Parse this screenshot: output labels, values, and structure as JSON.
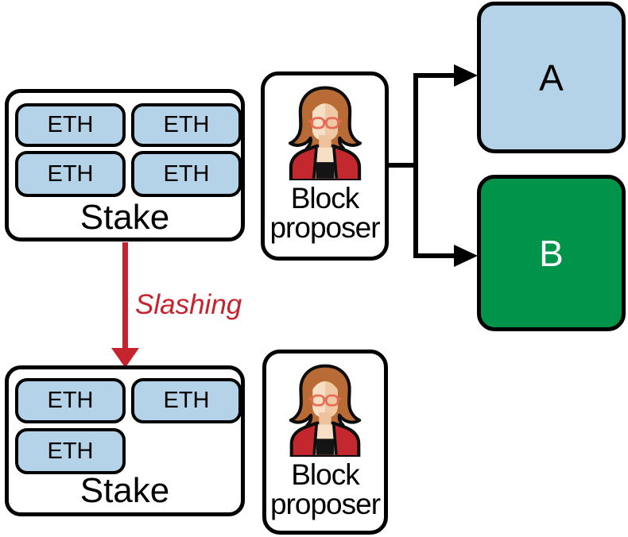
{
  "colors": {
    "token_blue": "#b5d3e8",
    "outcome_blue": "#b5d3e8",
    "outcome_green": "#00944a",
    "slash_red": "#c5232e",
    "outline_black": "#000000",
    "cardigan_red": "#c2282e",
    "hair_copper": "#b96b36"
  },
  "stake_before": {
    "label": "Stake",
    "pills": [
      "ETH",
      "ETH",
      "ETH",
      "ETH"
    ]
  },
  "stake_after": {
    "label": "Stake",
    "pills": [
      "ETH",
      "ETH",
      "ETH"
    ]
  },
  "block_proposer": {
    "label_line1": "Block",
    "label_line2": "proposer"
  },
  "slashing_arrow": {
    "label": "Slashing"
  },
  "outcome_a": {
    "label": "A"
  },
  "outcome_b": {
    "label": "B"
  }
}
